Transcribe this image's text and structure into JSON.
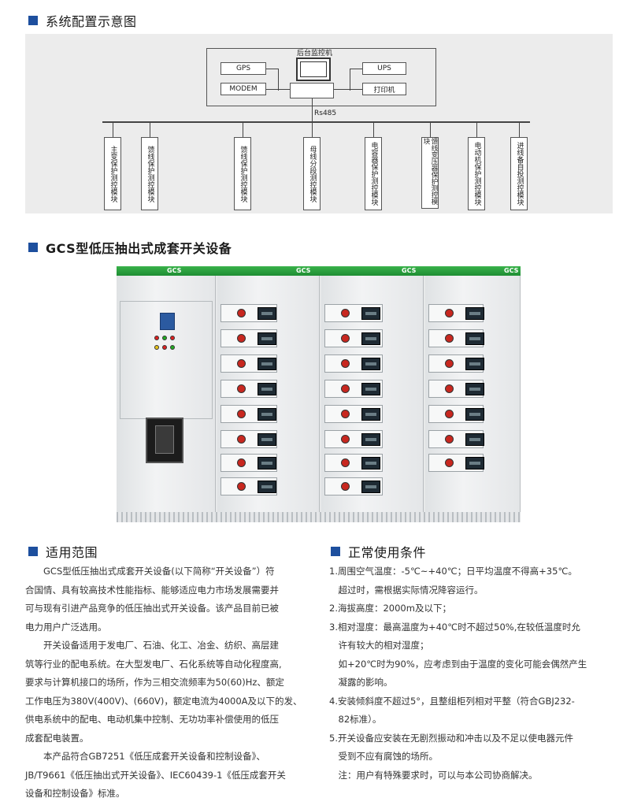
{
  "section1": {
    "title": "系统配置示意图"
  },
  "diagram": {
    "host": "后台监控机",
    "gps": "GPS",
    "modem": "MODEM",
    "ups": "UPS",
    "printer": "打印机",
    "bus": "Rs485",
    "modules": [
      "主变保护测控模块",
      "馈线保护测控模块",
      "馈线保护测控模块",
      "母线分段测控模块",
      "电容器保护测控模块",
      "馈线变压器保护测控模块",
      "电动机保护测控模块",
      "进线备自投测控模块"
    ]
  },
  "section2": {
    "title": "GCS型低压抽出式成套开关设备"
  },
  "cabinet": {
    "badges": [
      "GCS",
      "GCS",
      "GCS",
      "GCS"
    ]
  },
  "section3": {
    "title": "适用范围",
    "lines": [
      "　　GCS型低压抽出式成套开关设备(以下简称“开关设备”）符",
      "合国情、具有较高技术性能指标、能够适应电力市场发展需要并",
      "可与现有引进产品竞争的低压抽出式开关设备。该产品目前已被",
      "电力用户广泛选用。",
      "　　开关设备适用于发电厂、石油、化工、冶金、纺织、高层建",
      "筑等行业的配电系统。在大型发电厂、石化系统等自动化程度高,",
      "要求与计算机接口的场所，作为三相交流频率为50(60)Hz、额定",
      "工作电压为380V(400V)、(660V)，额定电流为4000A及以下的发、",
      "供电系统中的配电、电动机集中控制、无功功率补偿使用的低压",
      "成套配电装置。",
      "　　本产品符合GB7251《低压成套开关设备和控制设备》、",
      "JB/T9661《低压抽出式开关设备》、IEC60439-1《低压成套开关",
      "设备和控制设备》标准。"
    ]
  },
  "section4": {
    "title": "正常使用条件",
    "lines": [
      "1.周围空气温度：-5℃~+40℃；日平均温度不得高+35℃。",
      "　超过时，需根据实际情况降容运行。",
      "2.海拔高度：2000m及以下；",
      "3.相对湿度：最高温度为+40℃时不超过50%,在较低温度时允",
      "　许有较大的相对湿度；",
      "　如+20℃时为90%，应考虑到由于温度的变化可能会偶然产生",
      "　凝露的影响。",
      "4.安装倾斜度不超过5°，且整组柜列相对平整（符合GBJ232-",
      "　82标准）。",
      "5.开关设备应安装在无剧烈振动和冲击以及不足以使电器元件",
      "　受到不应有腐蚀的场所。",
      "　注：用户有特殊要求时，可以与本公司协商解决。"
    ]
  }
}
